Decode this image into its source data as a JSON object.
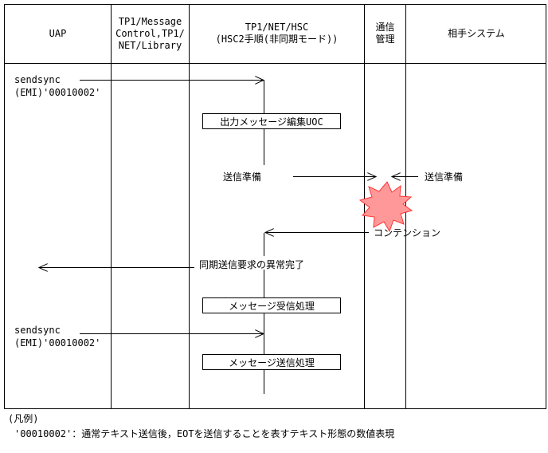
{
  "columns": [
    "UAP",
    "TP1/Message\nControl,TP1/\nNET/Library",
    "TP1/NET/HSC\n(HSC2手順(非同期モード))",
    "通信\n管理",
    "相手システム"
  ],
  "messages": {
    "sendsync_1_line1": "sendsync",
    "sendsync_1_line2": "(EMI)'00010002'",
    "box_output_edit": "出力メッセージ編集UOC",
    "send_prep_left": "送信準備",
    "send_prep_right": "送信準備",
    "contention": "コンテンション",
    "sync_send_abnormal": "同期送信要求の異常完了",
    "box_receive": "メッセージ受信処理",
    "sendsync_2_line1": "sendsync",
    "sendsync_2_line2": "(EMI)'00010002'",
    "box_send": "メッセージ送信処理"
  },
  "legend": {
    "title": "(凡例)",
    "note": "'00010002'：通常テキスト送信後，EOTを送信することを表すテキスト形態の数値表現"
  },
  "colors": {
    "line": "#000000",
    "burst_fill": "#ff9999",
    "burst_stroke": "#ff3333"
  }
}
